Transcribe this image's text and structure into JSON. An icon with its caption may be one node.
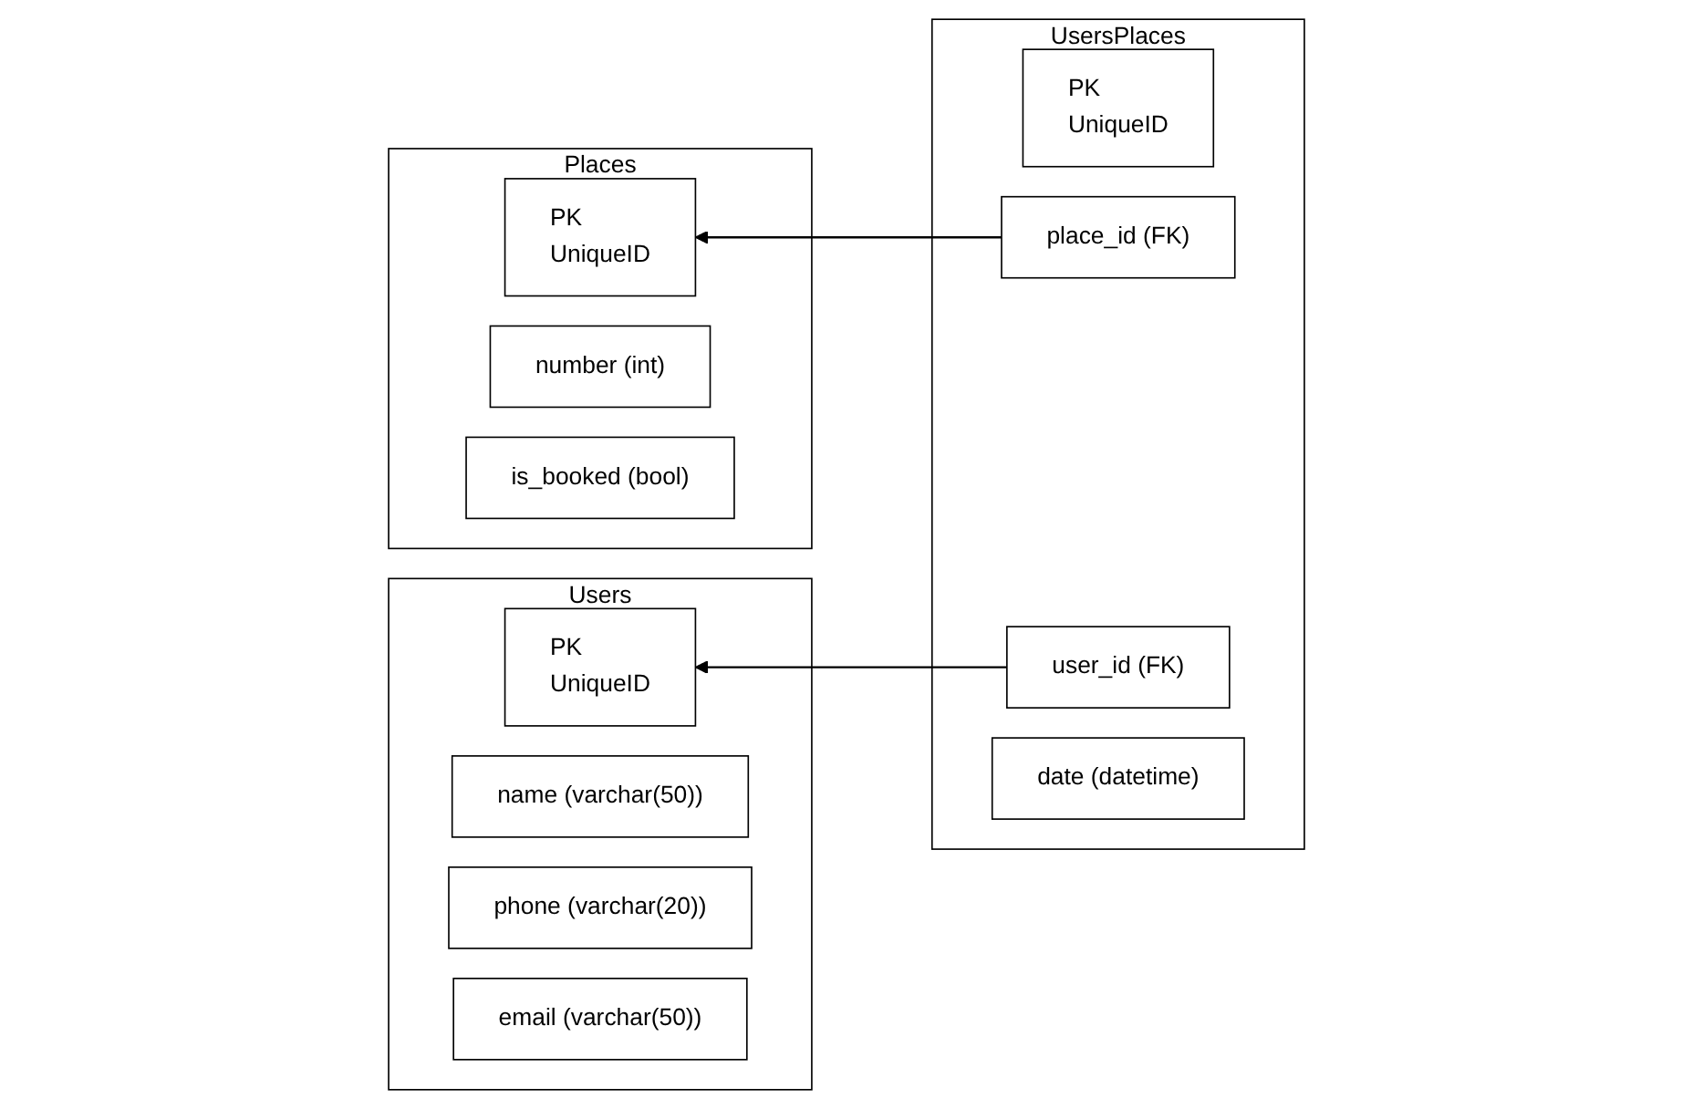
{
  "diagram": {
    "nodes": [
      {
        "text": [
          "Users"
        ]
      },
      {
        "text": [
          "PK",
          "UniqueID"
        ],
        "in": 0
      },
      {
        "text": [
          "name (varchar(50))"
        ],
        "in": 0
      },
      {
        "text": [
          "phone (varchar(20))"
        ],
        "in": 0
      },
      {
        "text": [
          "email (varchar(50))"
        ],
        "in": 0
      },
      {
        "text": [
          "Places"
        ]
      },
      {
        "text": [
          "PK",
          "UniqueID"
        ],
        "in": 5
      },
      {
        "text": [
          "number (int)"
        ],
        "in": 5
      },
      {
        "text": [
          "is_booked (bool)"
        ],
        "in": 5
      },
      {
        "text": [
          "UsersPlaces"
        ]
      },
      {
        "text": [
          "PK",
          "UniqueID"
        ],
        "in": 9
      },
      {
        "text": [
          "place_id (FK)"
        ],
        "in": 9
      },
      {
        "text": [
          "user_id (FK)"
        ],
        "in": 9
      },
      {
        "text": [
          "date (datetime)"
        ],
        "in": 9
      }
    ],
    "edges": [
      {
        "from": 12,
        "to": 1,
        "arrow": "to"
      },
      {
        "from": 11,
        "to": 6,
        "arrow": "to"
      }
    ]
  }
}
